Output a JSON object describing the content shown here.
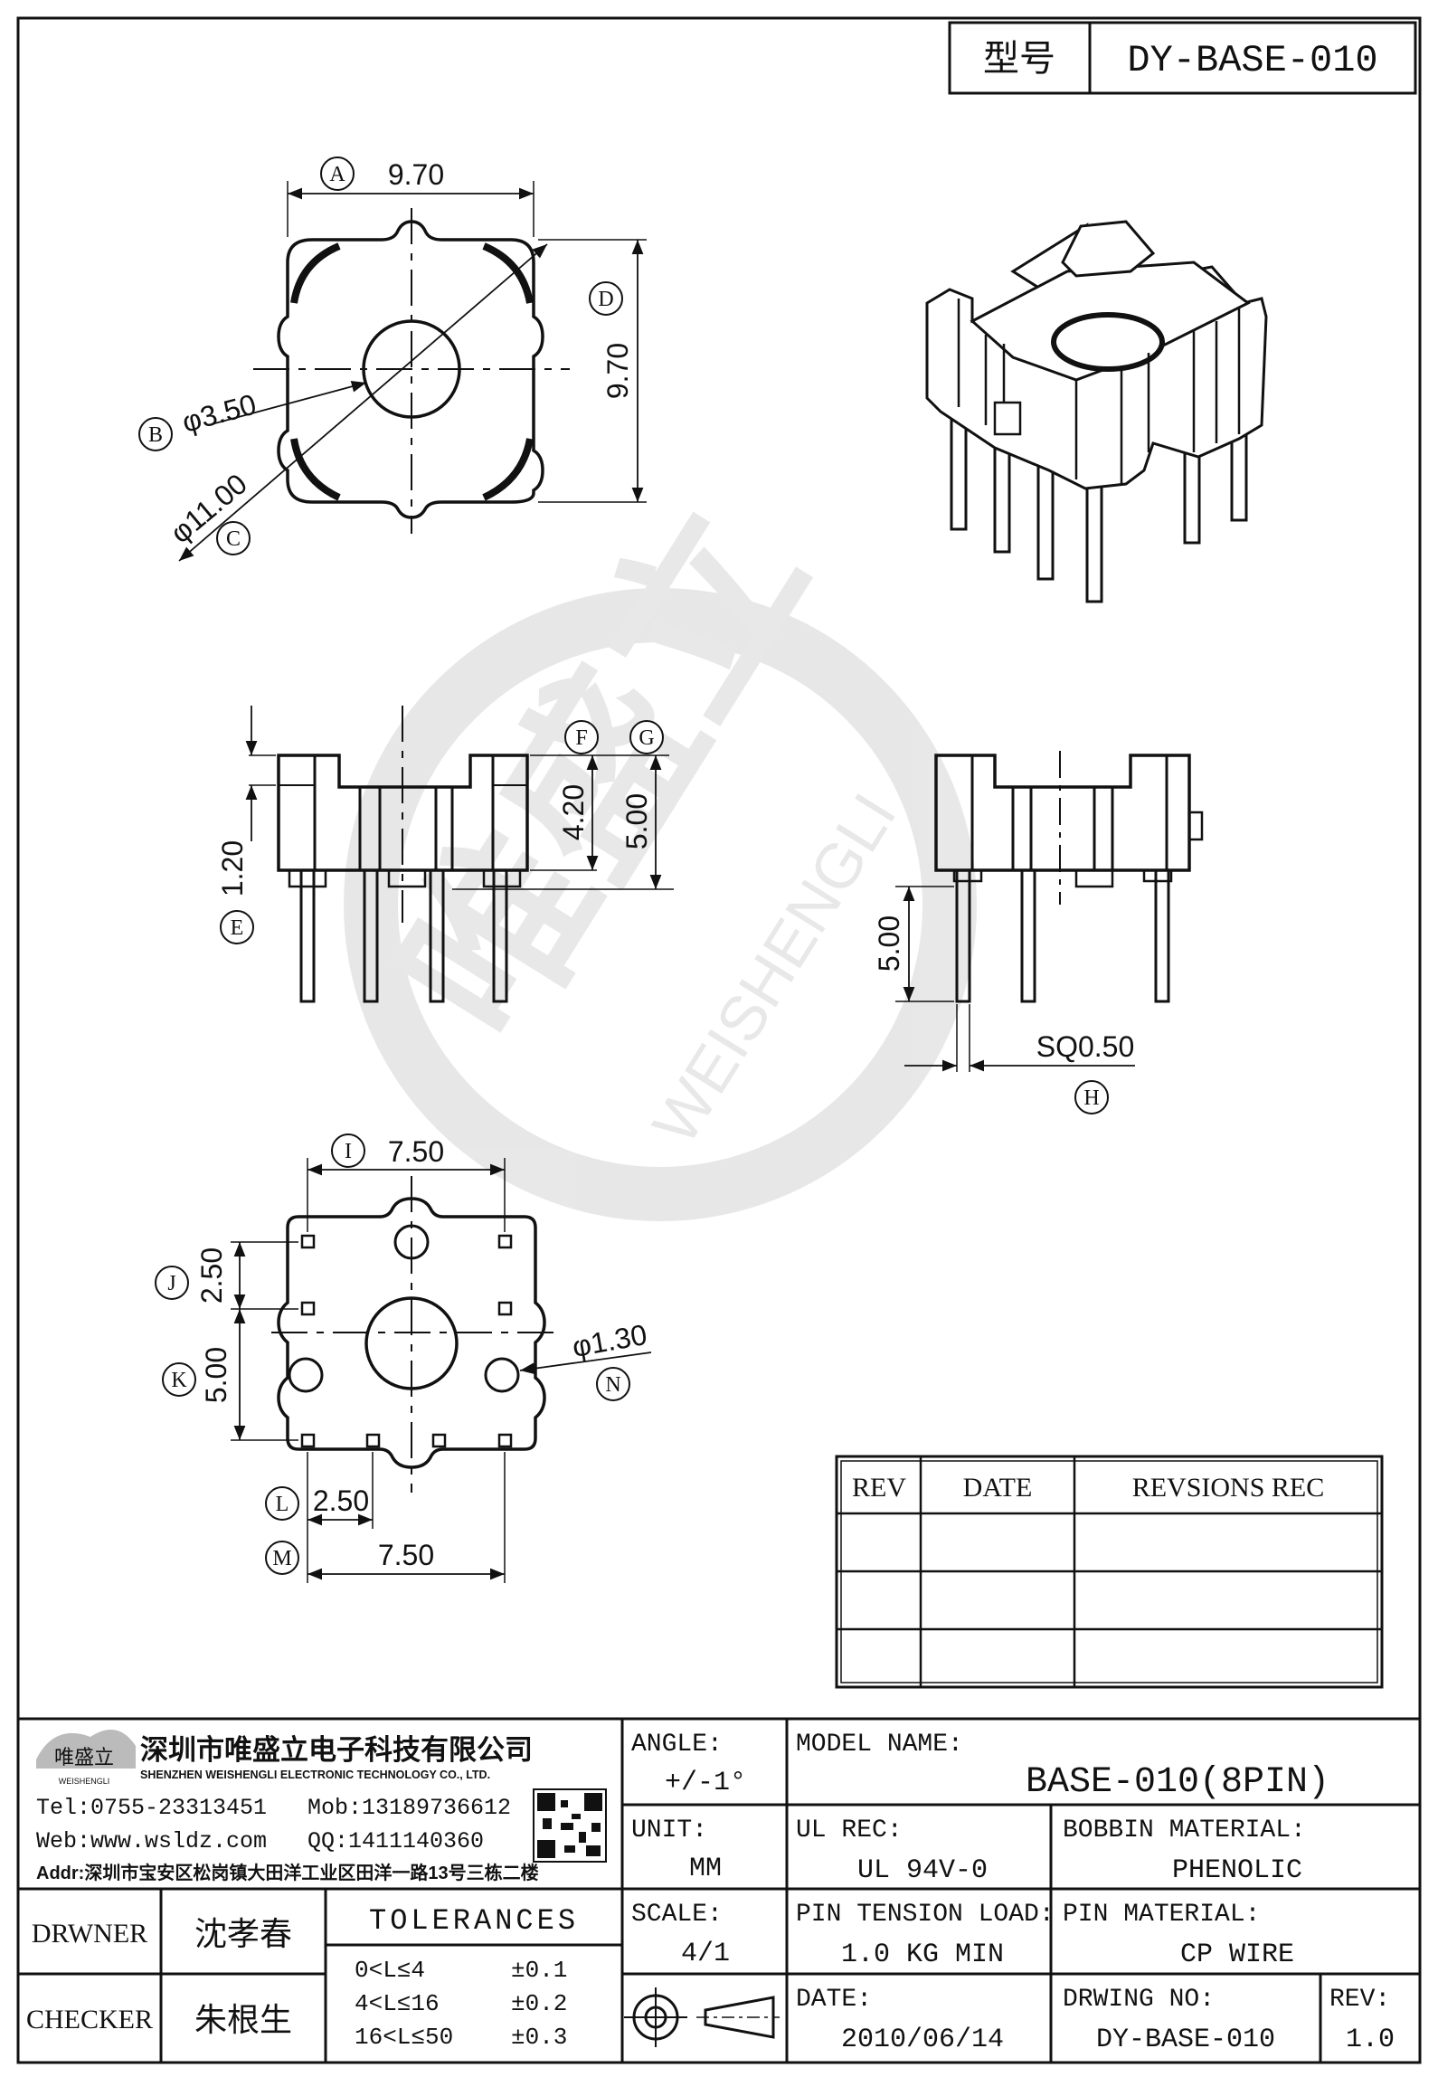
{
  "header": {
    "type_label": "型号",
    "part_code": "DY-BASE-010"
  },
  "views": {
    "top": {
      "dims": {
        "A": "9.70",
        "B": "φ3.50",
        "C": "φ11.00",
        "D": "9.70"
      },
      "markers": [
        "A",
        "B",
        "C",
        "D"
      ]
    },
    "front": {
      "dims": {
        "E": "1.20",
        "F": "4.20",
        "G": "5.00"
      },
      "markers": [
        "E",
        "F",
        "G"
      ]
    },
    "side": {
      "dims": {
        "pin_len": "5.00",
        "H": "SQ0.50"
      },
      "markers": [
        "H"
      ]
    },
    "bottom": {
      "dims": {
        "I": "7.50",
        "J": "2.50",
        "K": "5.00",
        "N": "φ1.30",
        "L": "2.50",
        "M": "7.50"
      },
      "markers": [
        "I",
        "J",
        "K",
        "L",
        "M",
        "N"
      ]
    }
  },
  "watermark": {
    "brand_cn": "唯盛立",
    "brand_en": "WEISHENGLI"
  },
  "revision_table": {
    "headers": [
      "REV",
      "DATE",
      "REVSIONS REC"
    ],
    "rows": [
      [
        "",
        "",
        ""
      ],
      [
        "",
        "",
        ""
      ],
      [
        "",
        "",
        ""
      ]
    ]
  },
  "title_block": {
    "logo_text": "唯盛立",
    "logo_sub": "WEISHENGLI",
    "company_cn": "深圳市唯盛立电子科技有限公司",
    "company_en": "SHENZHEN WEISHENGLI ELECTRONIC TECHNOLOGY CO., LTD.",
    "tel": "Tel:0755-23313451",
    "mob": "Mob:13189736612",
    "web": "Web:www.wsldz.com",
    "qq": "QQ:1411140360",
    "addr": "Addr:深圳市宝安区松岗镇大田洋工业区田洋一路13号三栋二楼",
    "drawer_label": "DRWNER",
    "drawer_name": "沈孝春",
    "checker_label": "CHECKER",
    "checker_name": "朱根生",
    "tolerances_label": "TOLERANCES",
    "tolerances": [
      {
        "range": "0<L≤4",
        "value": "±0.1"
      },
      {
        "range": "4<L≤16",
        "value": "±0.2"
      },
      {
        "range": "16<L≤50",
        "value": "±0.3"
      }
    ],
    "angle_label": "ANGLE:",
    "angle_value": "+/-1°",
    "unit_label": "UNIT:",
    "unit_value": "MM",
    "scale_label": "SCALE:",
    "scale_value": "4/1",
    "model_name_label": "MODEL NAME:",
    "model_name_value": "BASE-010(8PIN)",
    "ul_rec_label": "UL REC:",
    "ul_rec_value": "UL 94V-0",
    "bobbin_material_label": "BOBBIN MATERIAL:",
    "bobbin_material_value": "PHENOLIC",
    "pin_tension_label": "PIN TENSION LOAD:",
    "pin_tension_value": "1.0 KG MIN",
    "pin_material_label": "PIN MATERIAL:",
    "pin_material_value": "CP WIRE",
    "date_label": "DATE:",
    "date_value": "2010/06/14",
    "drawing_no_label": "DRWING NO:",
    "drawing_no_value": "DY-BASE-010",
    "rev_label": "REV:",
    "rev_value": "1.0"
  }
}
